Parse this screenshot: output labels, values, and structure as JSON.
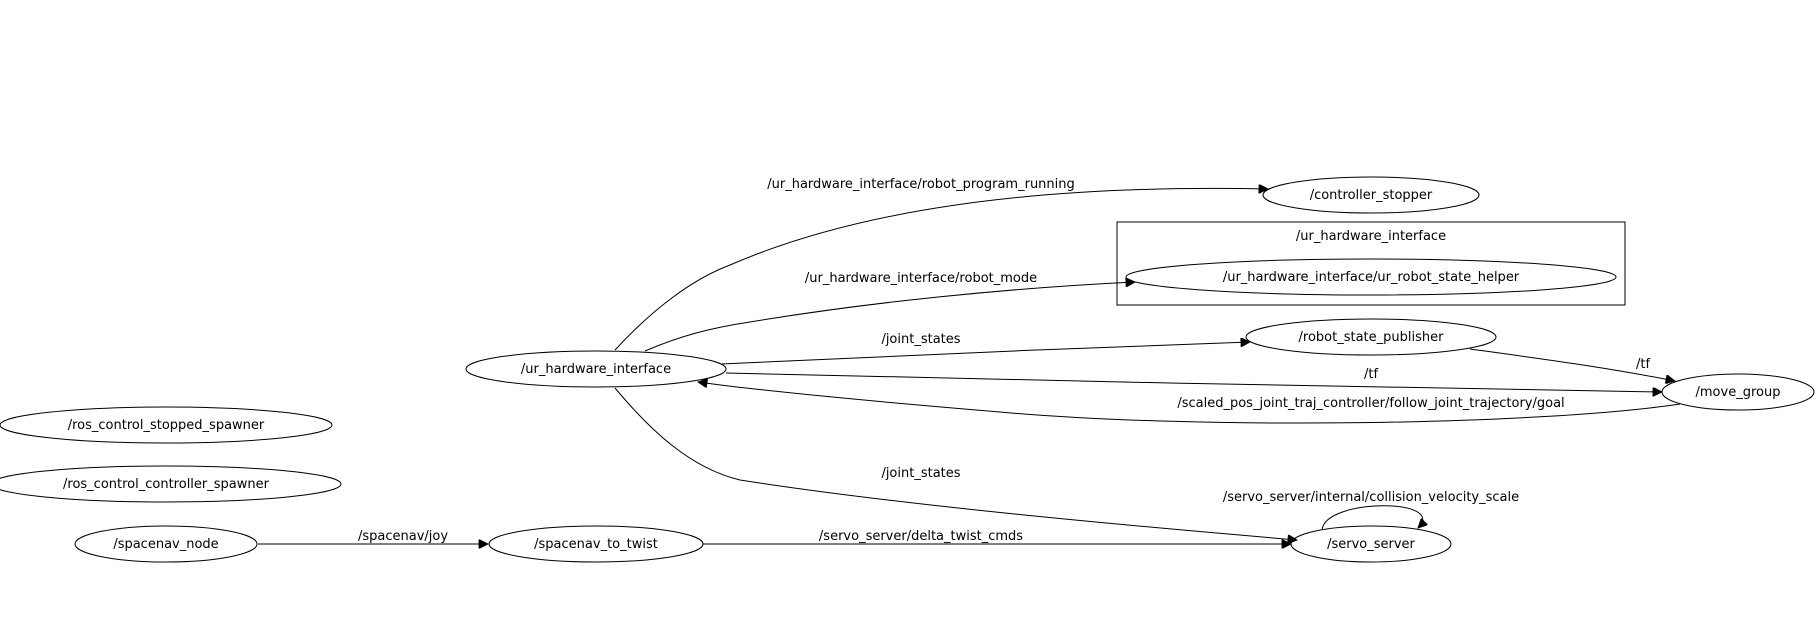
{
  "nodes": {
    "controller_stopper": "/controller_stopper",
    "ur_robot_state_helper": "/ur_hardware_interface/ur_robot_state_helper",
    "robot_state_publisher": "/robot_state_publisher",
    "ur_hardware_interface": "/ur_hardware_interface",
    "move_group": "/move_group",
    "ros_control_stopped_spawner": "/ros_control_stopped_spawner",
    "ros_control_controller_spawner": "/ros_control_controller_spawner",
    "spacenav_node": "/spacenav_node",
    "spacenav_to_twist": "/spacenav_to_twist",
    "servo_server": "/servo_server"
  },
  "clusters": {
    "ur_hardware_interface_ns": "/ur_hardware_interface"
  },
  "edges": {
    "robot_program_running": "/ur_hardware_interface/robot_program_running",
    "robot_mode": "/ur_hardware_interface/robot_mode",
    "joint_states_rsp": "/joint_states",
    "tf_hw_to_move_group": "/tf",
    "tf_rsp_to_move_group": "/tf",
    "follow_joint_trajectory_goal": "/scaled_pos_joint_traj_controller/follow_joint_trajectory/goal",
    "joint_states_servo": "/joint_states",
    "collision_velocity_scale": "/servo_server/internal/collision_velocity_scale",
    "spacenav_joy": "/spacenav/joy",
    "delta_twist_cmds": "/servo_server/delta_twist_cmds"
  }
}
